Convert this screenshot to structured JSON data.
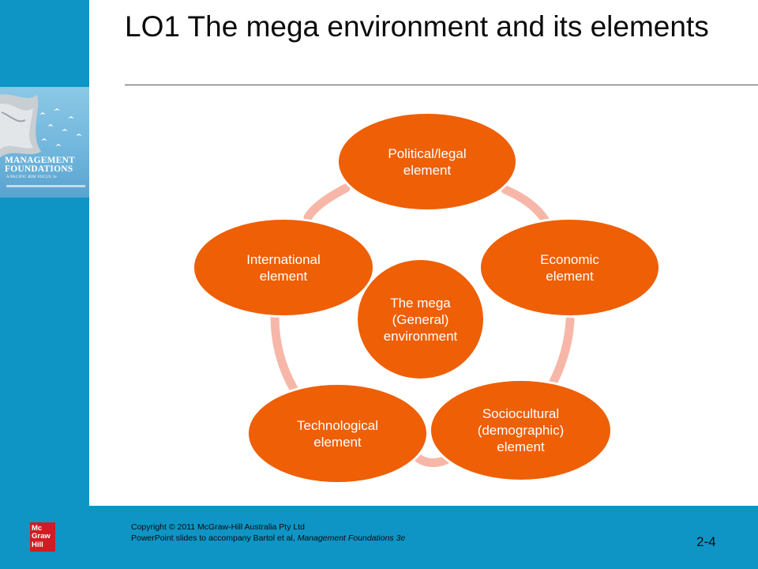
{
  "slide": {
    "title": "LO1 The mega environment and its elements"
  },
  "book_cover": {
    "title": "MANAGEMENT FOUNDATIONS",
    "subtitle": "A PACIFIC RIM FOCUS 3e"
  },
  "diagram": {
    "center": "The mega\n(General)\nenvironment",
    "elements": [
      "Political/legal\nelement",
      "Economic\nelement",
      "Sociocultural\n(demographic)\nelement",
      "Technological\nelement",
      "International\nelement"
    ],
    "colors": {
      "node_fill": "#ee5f06",
      "ring": "#f7b7a8",
      "band": "#0e95c6"
    }
  },
  "footer": {
    "logo_lines": [
      "Mc",
      "Graw",
      "Hill"
    ],
    "copyright": "Copyright © 2011 McGraw-Hill Australia Pty Ltd",
    "attribution_prefix": "PowerPoint slides to accompany Bartol et al, ",
    "attribution_book": "Management Foundations 3e",
    "slide_number": "2-4"
  }
}
